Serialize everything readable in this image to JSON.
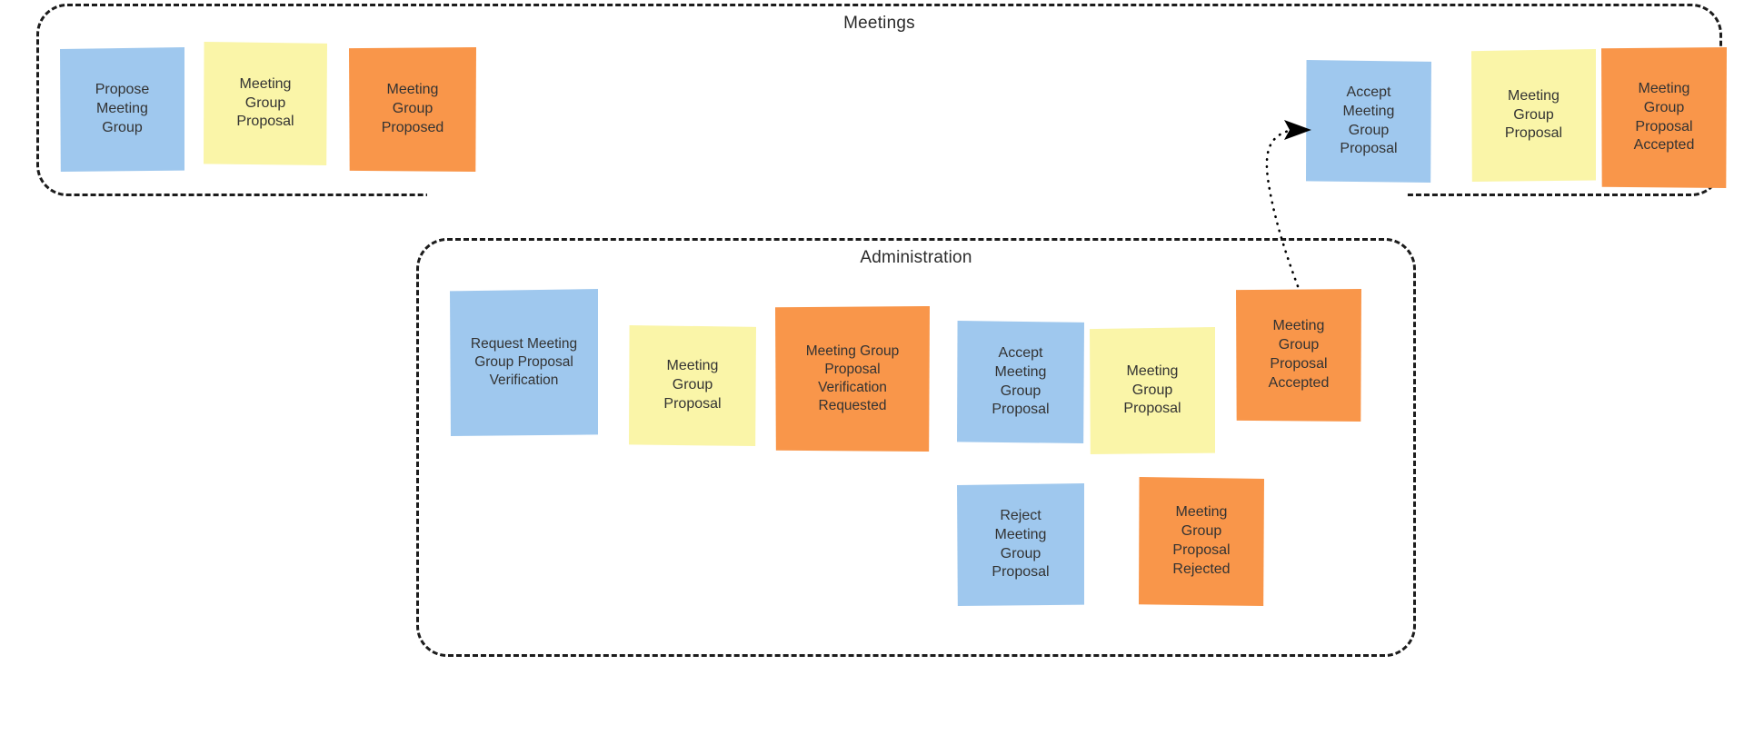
{
  "diagram": {
    "type": "event-storming-board",
    "title_visible": false,
    "colors": {
      "command": "#9fc8ee",
      "aggregate": "#faf5a8",
      "event": "#f9964a",
      "lane_border": "#1c1c1c",
      "text": "#333333",
      "background": "#ffffff",
      "connector": "#000000"
    }
  },
  "lanes": [
    {
      "id": "meetings",
      "label": "Meetings",
      "notes": [
        {
          "id": "m1",
          "kind": "command",
          "color": "blue",
          "text": "Propose\nMeeting\nGroup"
        },
        {
          "id": "m2",
          "kind": "aggregate",
          "color": "yellow",
          "text": "Meeting\nGroup\nProposal"
        },
        {
          "id": "m3",
          "kind": "event",
          "color": "orange",
          "text": "Meeting\nGroup\nProposed"
        },
        {
          "id": "m4",
          "kind": "command",
          "color": "blue",
          "text": "Accept\nMeeting\nGroup\nProposal"
        },
        {
          "id": "m5",
          "kind": "aggregate",
          "color": "yellow",
          "text": "Meeting\nGroup\nProposal"
        },
        {
          "id": "m6",
          "kind": "event",
          "color": "orange",
          "text": "Meeting\nGroup\nProposal\nAccepted"
        }
      ]
    },
    {
      "id": "administration",
      "label": "Administration",
      "notes": [
        {
          "id": "a1",
          "kind": "command",
          "color": "blue",
          "text": "Request Meeting\nGroup Proposal\nVerification"
        },
        {
          "id": "a2",
          "kind": "aggregate",
          "color": "yellow",
          "text": "Meeting\nGroup\nProposal"
        },
        {
          "id": "a3",
          "kind": "event",
          "color": "orange",
          "text": "Meeting Group\nProposal\nVerification\nRequested"
        },
        {
          "id": "a4",
          "kind": "command",
          "color": "blue",
          "text": "Accept\nMeeting\nGroup\nProposal"
        },
        {
          "id": "a5",
          "kind": "aggregate",
          "color": "yellow",
          "text": "Meeting\nGroup\nProposal"
        },
        {
          "id": "a6",
          "kind": "event",
          "color": "orange",
          "text": "Meeting\nGroup\nProposal\nAccepted"
        },
        {
          "id": "a7",
          "kind": "command",
          "color": "blue",
          "text": "Reject\nMeeting\nGroup\nProposal"
        },
        {
          "id": "a8",
          "kind": "event",
          "color": "orange",
          "text": "Meeting\nGroup\nProposal\nRejected"
        }
      ]
    }
  ],
  "connectors": [
    {
      "id": "c1",
      "style": "dotted",
      "arrowhead": "filled-triangle",
      "from_note": "a6",
      "to_note": "m4",
      "from_label": "Meeting Group Proposal Accepted",
      "to_label": "Accept Meeting Group Proposal"
    }
  ]
}
